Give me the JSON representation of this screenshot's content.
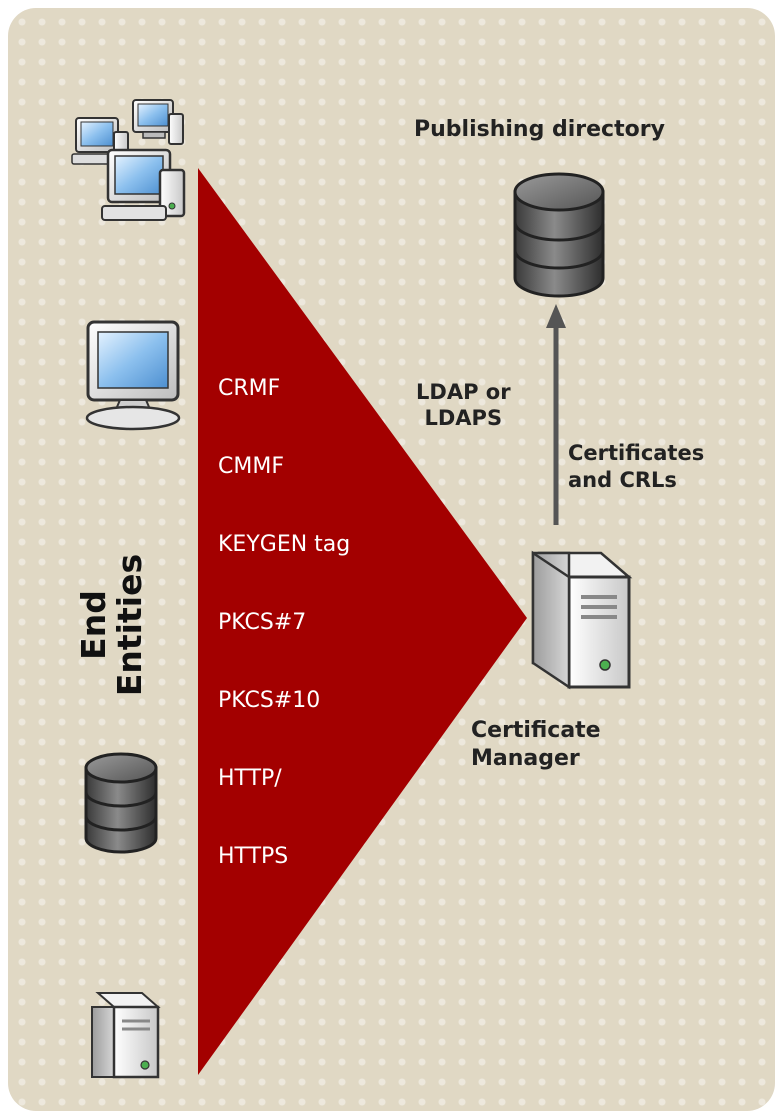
{
  "diagram": {
    "end_entities": {
      "line1": "End",
      "line2": "Entities"
    },
    "protocols": [
      "CRMF",
      "CMMF",
      "KEYGEN tag",
      "PKCS#7",
      "PKCS#10",
      "HTTP/",
      "HTTPS"
    ],
    "publishing_directory": "Publishing directory",
    "ldap": {
      "line1": "LDAP or",
      "line2": "LDAPS"
    },
    "certificates": {
      "line1": "Certificates",
      "line2": "and CRLs"
    },
    "certificate_manager": {
      "line1": "Certificate",
      "line2": "Manager"
    },
    "icons": [
      "computers-icon",
      "monitor-icon",
      "database-icon",
      "server-icon",
      "publishing-database-icon",
      "certificate-manager-server-icon"
    ],
    "colors": {
      "background": "#e0d8c4",
      "triangle": "#a30000",
      "text": "#222222",
      "arrow": "#555555"
    }
  }
}
